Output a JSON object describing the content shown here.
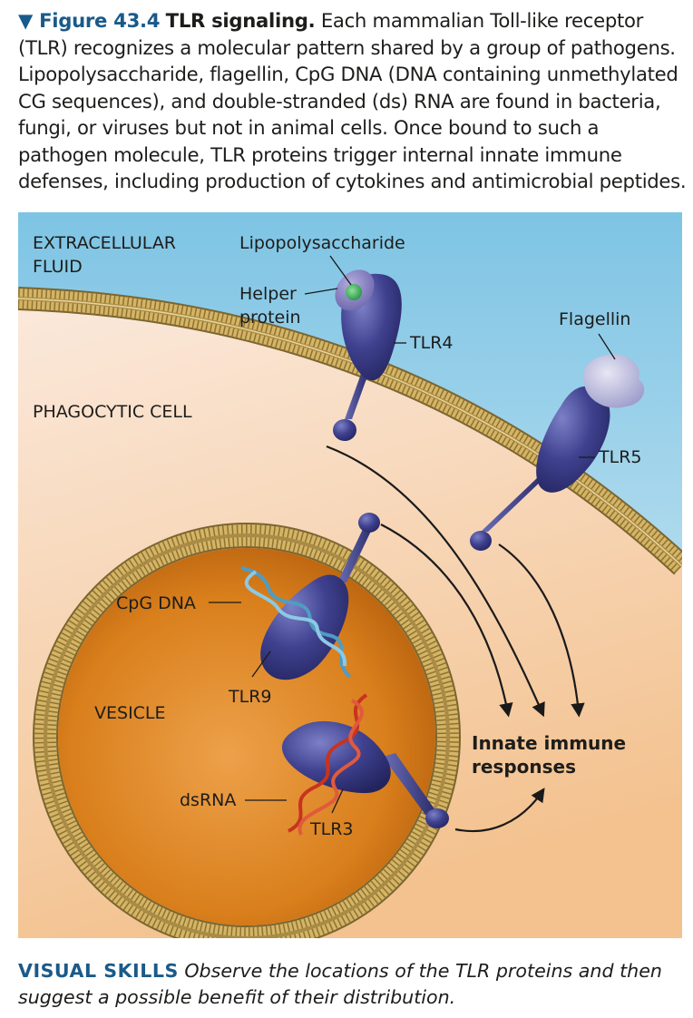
{
  "caption": {
    "figure_number": "▼ Figure 43.4",
    "title": "TLR signaling.",
    "text": "Each mammalian Toll-like receptor (TLR) recognizes a molecular pattern shared by a group of pathogens. Lipopolysaccharide, flagellin, CpG DNA (DNA containing unmethylated CG sequences), and double-stranded (ds) RNA are found in bacteria, fungi, or viruses but not in animal cells. Once bound to such a pathogen molecule, TLR proteins trigger internal innate immune defenses, including production of cytokines and antimicrobial peptides."
  },
  "diagram": {
    "region_labels": {
      "extracellular_line1": "EXTRACELLULAR",
      "extracellular_line2": "FLUID",
      "phagocytic_cell": "PHAGOCYTIC CELL",
      "vesicle": "VESICLE"
    },
    "labels": {
      "lipopolysaccharide": "Lipopolysaccharide",
      "helper_line1": "Helper",
      "helper_line2": "protein",
      "tlr4": "TLR4",
      "flagellin": "Flagellin",
      "tlr5": "TLR5",
      "cpg_dna": "CpG DNA",
      "tlr9": "TLR9",
      "dsrna": "dsRNA",
      "tlr3": "TLR3",
      "responses_line1": "Innate immune",
      "responses_line2": "responses"
    },
    "colors": {
      "extracellular": "#8fcbe6",
      "cytoplasm": "#f6cfa8",
      "membrane": "#c9a659",
      "vesicle_lumen": "#d9841f",
      "tlr_protein": "#3d3f8e",
      "helper_protein": "#8b86c4",
      "lps_molecule": "#3fae5a",
      "flagellin": "#c5c5e4",
      "cpg_dna": "#5aa9cf",
      "dsrna": "#c9341f"
    }
  },
  "visual_skills": {
    "heading": "VISUAL SKILLS",
    "text": "Observe the locations of the TLR proteins and then suggest a possible benefit of their distribution."
  }
}
